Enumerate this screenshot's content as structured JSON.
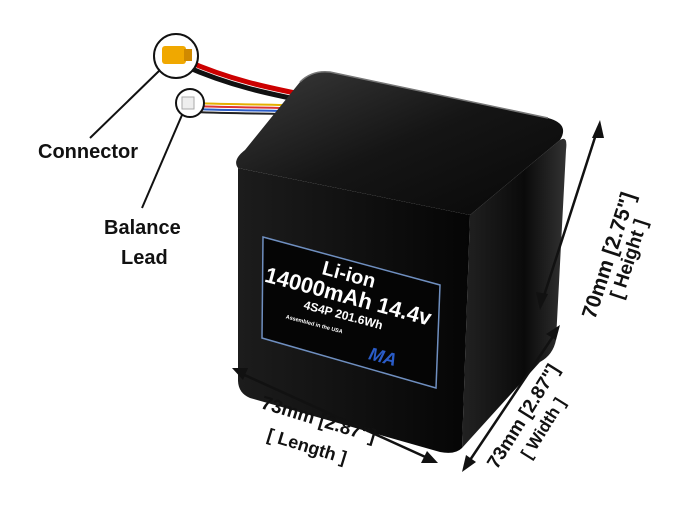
{
  "callouts": {
    "connector": "Connector",
    "balance_line1": "Balance",
    "balance_line2": "Lead"
  },
  "label": {
    "chemistry": "Li-ion",
    "capacity_voltage": "14000mAh 14.4v",
    "config_energy": "4S4P 201.6Wh",
    "assembled": "Assembled in the USA",
    "logo": "MA"
  },
  "dimensions": {
    "height_value": "70mm [2.75\"]",
    "height_name": "[ Height ]",
    "width_value": "73mm [2.87\"]",
    "width_name": "[ Width ]",
    "length_value": "73mm [2.87\"]",
    "length_name": "[ Length ]"
  },
  "colors": {
    "label_border": "#6f8fc0",
    "logo": "#2a5cc8",
    "connector": "#f0a800"
  }
}
